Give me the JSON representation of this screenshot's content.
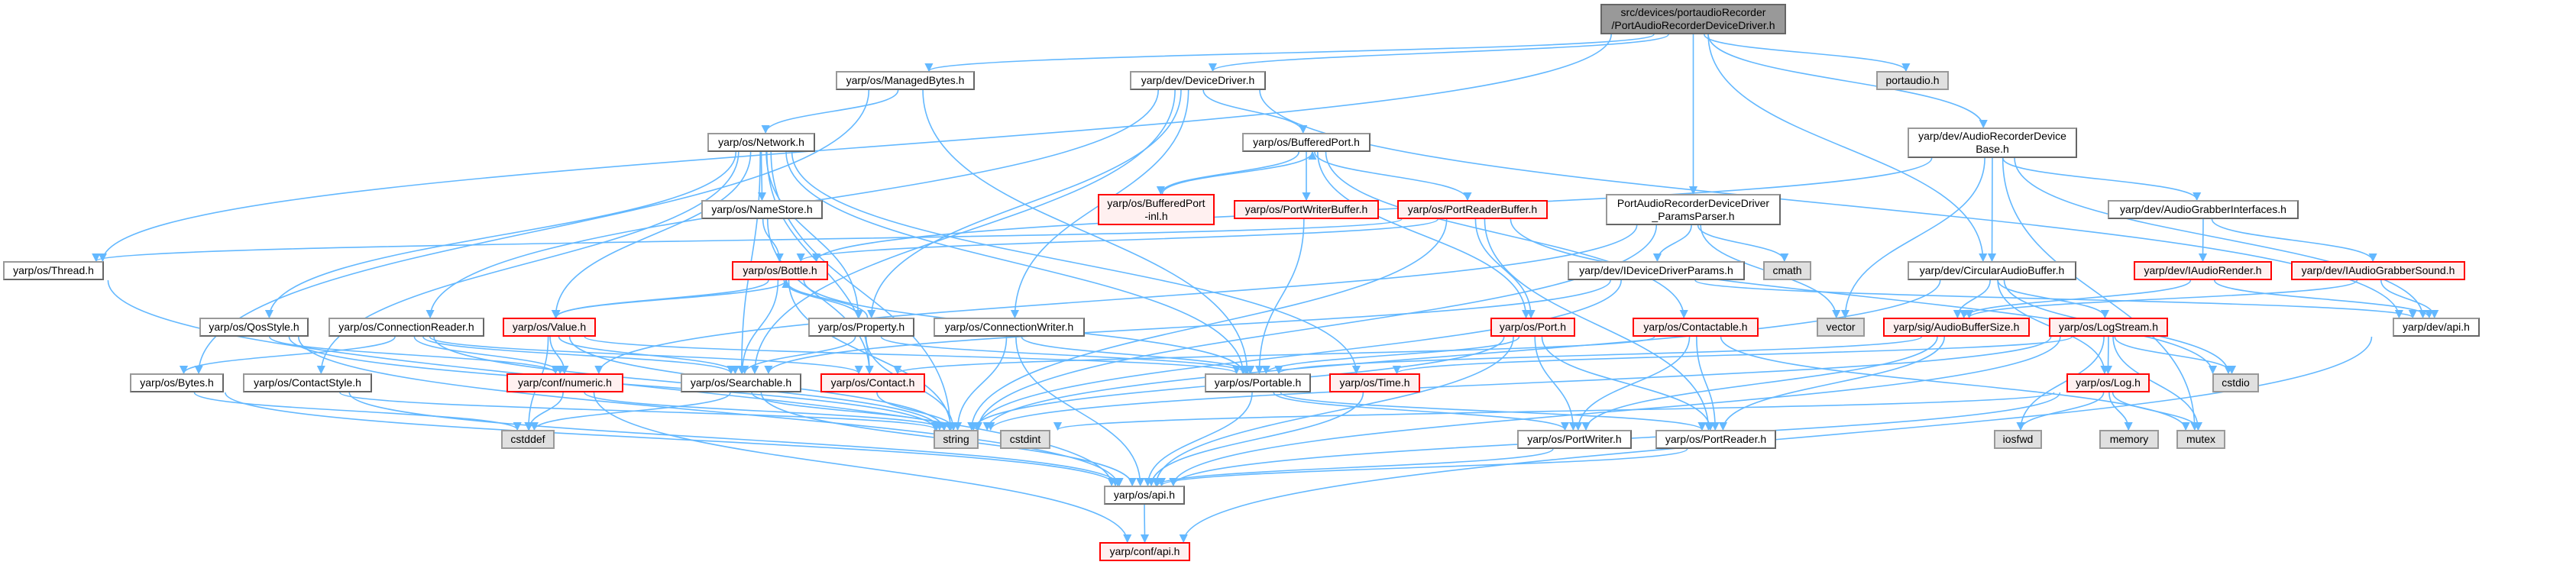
{
  "colors": {
    "edge": "#63B8FF",
    "main_fill": "#999999",
    "red_border": "#FF0000",
    "red_fill": "#FFF0F0",
    "external_fill": "#E0E0E0"
  },
  "nodes": {
    "main": {
      "label": "src/devices/portaudioRecorder\n/PortAudioRecorderDeviceDriver.h",
      "kind": "main"
    },
    "managedbytes": {
      "label": "yarp/os/ManagedBytes.h",
      "kind": "normal"
    },
    "devicedriver": {
      "label": "yarp/dev/DeviceDriver.h",
      "kind": "normal"
    },
    "portaudio": {
      "label": "portaudio.h",
      "kind": "external"
    },
    "network": {
      "label": "yarp/os/Network.h",
      "kind": "normal"
    },
    "bufferedport": {
      "label": "yarp/os/BufferedPort.h",
      "kind": "normal"
    },
    "audiorecbase": {
      "label": "yarp/dev/AudioRecorderDevice\nBase.h",
      "kind": "normal"
    },
    "namestore": {
      "label": "yarp/os/NameStore.h",
      "kind": "normal"
    },
    "bpinl": {
      "label": "yarp/os/BufferedPort\n-inl.h",
      "kind": "truncated"
    },
    "portwriterbuffer": {
      "label": "yarp/os/PortWriterBuffer.h",
      "kind": "truncated"
    },
    "portreaderbuffer": {
      "label": "yarp/os/PortReaderBuffer.h",
      "kind": "truncated"
    },
    "paramsparser": {
      "label": "PortAudioRecorderDeviceDriver\n_ParamsParser.h",
      "kind": "normal"
    },
    "audiograbberif": {
      "label": "yarp/dev/AudioGrabberInterfaces.h",
      "kind": "normal"
    },
    "thread": {
      "label": "yarp/os/Thread.h",
      "kind": "normal"
    },
    "bottle": {
      "label": "yarp/os/Bottle.h",
      "kind": "truncated"
    },
    "idevparams": {
      "label": "yarp/dev/IDeviceDriverParams.h",
      "kind": "normal"
    },
    "cmath": {
      "label": "cmath",
      "kind": "external"
    },
    "circbuf": {
      "label": "yarp/dev/CircularAudioBuffer.h",
      "kind": "normal"
    },
    "iaudiorender": {
      "label": "yarp/dev/IAudioRender.h",
      "kind": "truncated"
    },
    "iaudiograbbersound": {
      "label": "yarp/dev/IAudioGrabberSound.h",
      "kind": "truncated"
    },
    "qosstyle": {
      "label": "yarp/os/QosStyle.h",
      "kind": "normal"
    },
    "connreader": {
      "label": "yarp/os/ConnectionReader.h",
      "kind": "normal"
    },
    "value": {
      "label": "yarp/os/Value.h",
      "kind": "truncated"
    },
    "property": {
      "label": "yarp/os/Property.h",
      "kind": "normal"
    },
    "connwriter": {
      "label": "yarp/os/ConnectionWriter.h",
      "kind": "normal"
    },
    "port": {
      "label": "yarp/os/Port.h",
      "kind": "truncated"
    },
    "contactable": {
      "label": "yarp/os/Contactable.h",
      "kind": "truncated"
    },
    "vector": {
      "label": "vector",
      "kind": "external"
    },
    "audiobuffersize": {
      "label": "yarp/sig/AudioBufferSize.h",
      "kind": "truncated"
    },
    "logstream": {
      "label": "yarp/os/LogStream.h",
      "kind": "truncated"
    },
    "devapi": {
      "label": "yarp/dev/api.h",
      "kind": "normal"
    },
    "bytes": {
      "label": "yarp/os/Bytes.h",
      "kind": "normal"
    },
    "contactstyle": {
      "label": "yarp/os/ContactStyle.h",
      "kind": "normal"
    },
    "numeric": {
      "label": "yarp/conf/numeric.h",
      "kind": "truncated"
    },
    "searchable": {
      "label": "yarp/os/Searchable.h",
      "kind": "normal"
    },
    "contact": {
      "label": "yarp/os/Contact.h",
      "kind": "truncated"
    },
    "portable": {
      "label": "yarp/os/Portable.h",
      "kind": "normal"
    },
    "time": {
      "label": "yarp/os/Time.h",
      "kind": "truncated"
    },
    "log": {
      "label": "yarp/os/Log.h",
      "kind": "truncated"
    },
    "cstdio": {
      "label": "cstdio",
      "kind": "external"
    },
    "cstddef": {
      "label": "cstddef",
      "kind": "external"
    },
    "string": {
      "label": "string",
      "kind": "external"
    },
    "cstdint": {
      "label": "cstdint",
      "kind": "external"
    },
    "portwriter": {
      "label": "yarp/os/PortWriter.h",
      "kind": "normal"
    },
    "portreader": {
      "label": "yarp/os/PortReader.h",
      "kind": "normal"
    },
    "iosfwd": {
      "label": "iosfwd",
      "kind": "external"
    },
    "memory": {
      "label": "memory",
      "kind": "external"
    },
    "mutex": {
      "label": "mutex",
      "kind": "external"
    },
    "osapi": {
      "label": "yarp/os/api.h",
      "kind": "normal"
    },
    "confapi": {
      "label": "yarp/conf/api.h",
      "kind": "truncated"
    }
  },
  "edges": [
    [
      "main",
      "managedbytes"
    ],
    [
      "main",
      "devicedriver"
    ],
    [
      "main",
      "portaudio"
    ],
    [
      "main",
      "thread"
    ],
    [
      "main",
      "paramsparser"
    ],
    [
      "main",
      "circbuf"
    ],
    [
      "main",
      "audiorecbase"
    ],
    [
      "managedbytes",
      "network"
    ],
    [
      "managedbytes",
      "bytes"
    ],
    [
      "managedbytes",
      "portable"
    ],
    [
      "devicedriver",
      "bufferedport"
    ],
    [
      "devicedriver",
      "property"
    ],
    [
      "devicedriver",
      "connreader"
    ],
    [
      "devicedriver",
      "connwriter"
    ],
    [
      "devicedriver",
      "devapi"
    ],
    [
      "devicedriver",
      "searchable"
    ],
    [
      "network",
      "namestore"
    ],
    [
      "network",
      "value"
    ],
    [
      "network",
      "qosstyle"
    ],
    [
      "network",
      "contactstyle"
    ],
    [
      "network",
      "property"
    ],
    [
      "network",
      "portable"
    ],
    [
      "network",
      "searchable"
    ],
    [
      "network",
      "time"
    ],
    [
      "network",
      "contact"
    ],
    [
      "network",
      "string"
    ],
    [
      "namestore",
      "bottle"
    ],
    [
      "namestore",
      "contact"
    ],
    [
      "bottle",
      "value"
    ],
    [
      "value",
      "bottle"
    ],
    [
      "bottle",
      "property"
    ],
    [
      "property",
      "bottle"
    ],
    [
      "bottle",
      "searchable"
    ],
    [
      "bottle",
      "portable"
    ],
    [
      "bottle",
      "string"
    ],
    [
      "bufferedport",
      "bpinl"
    ],
    [
      "bpinl",
      "bufferedport"
    ],
    [
      "bufferedport",
      "portwriterbuffer"
    ],
    [
      "bufferedport",
      "portreaderbuffer"
    ],
    [
      "bufferedport",
      "port"
    ],
    [
      "bufferedport",
      "contactable"
    ],
    [
      "portreaderbuffer",
      "thread"
    ],
    [
      "portreaderbuffer",
      "bottle"
    ],
    [
      "portreaderbuffer",
      "port"
    ],
    [
      "portreaderbuffer",
      "portreader"
    ],
    [
      "portreaderbuffer",
      "string"
    ],
    [
      "portreaderbuffer",
      "cstdio"
    ],
    [
      "portwriterbuffer",
      "portable"
    ],
    [
      "paramsparser",
      "idevparams"
    ],
    [
      "paramsparser",
      "cmath"
    ],
    [
      "paramsparser",
      "numeric"
    ],
    [
      "paramsparser",
      "string"
    ],
    [
      "paramsparser",
      "vector"
    ],
    [
      "idevparams",
      "string"
    ],
    [
      "idevparams",
      "devapi"
    ],
    [
      "idevparams",
      "searchable"
    ],
    [
      "audiorecbase",
      "circbuf"
    ],
    [
      "audiorecbase",
      "audiograbberif"
    ],
    [
      "audiorecbase",
      "devapi"
    ],
    [
      "audiorecbase",
      "mutex"
    ],
    [
      "audiorecbase",
      "vector"
    ],
    [
      "audiorecbase",
      "bottle"
    ],
    [
      "audiograbberif",
      "iaudiorender"
    ],
    [
      "audiograbberif",
      "iaudiograbbersound"
    ],
    [
      "iaudiorender",
      "devapi"
    ],
    [
      "iaudiorender",
      "audiobuffersize"
    ],
    [
      "iaudiograbbersound",
      "devapi"
    ],
    [
      "iaudiograbbersound",
      "audiobuffersize"
    ],
    [
      "circbuf",
      "audiobuffersize"
    ],
    [
      "circbuf",
      "logstream"
    ],
    [
      "circbuf",
      "log"
    ],
    [
      "circbuf",
      "cstdio"
    ],
    [
      "circbuf",
      "string"
    ],
    [
      "audiobuffersize",
      "portable"
    ],
    [
      "audiobuffersize",
      "portwriter"
    ],
    [
      "audiobuffersize",
      "portreader"
    ],
    [
      "logstream",
      "log"
    ],
    [
      "logstream",
      "cstdio"
    ],
    [
      "logstream",
      "iosfwd"
    ],
    [
      "logstream",
      "mutex"
    ],
    [
      "logstream",
      "osapi"
    ],
    [
      "logstream",
      "string"
    ],
    [
      "logstream",
      "time"
    ],
    [
      "log",
      "iosfwd"
    ],
    [
      "log",
      "memory"
    ],
    [
      "log",
      "mutex"
    ],
    [
      "log",
      "osapi"
    ],
    [
      "log",
      "cstdint"
    ],
    [
      "devapi",
      "confapi"
    ],
    [
      "port",
      "portable"
    ],
    [
      "port",
      "portwriter"
    ],
    [
      "port",
      "portreader"
    ],
    [
      "port",
      "osapi"
    ],
    [
      "port",
      "string"
    ],
    [
      "contactable",
      "contact"
    ],
    [
      "contactable",
      "portwriter"
    ],
    [
      "contactable",
      "portreader"
    ],
    [
      "contactable",
      "mutex"
    ],
    [
      "value",
      "numeric"
    ],
    [
      "value",
      "cstddef"
    ],
    [
      "value",
      "searchable"
    ],
    [
      "value",
      "string"
    ],
    [
      "value",
      "portable"
    ],
    [
      "qosstyle",
      "numeric"
    ],
    [
      "qosstyle",
      "string"
    ],
    [
      "qosstyle",
      "osapi"
    ],
    [
      "connreader",
      "bytes"
    ],
    [
      "connreader",
      "numeric"
    ],
    [
      "connreader",
      "searchable"
    ],
    [
      "connreader",
      "contact"
    ],
    [
      "connreader",
      "string"
    ],
    [
      "connwriter",
      "string"
    ],
    [
      "connwriter",
      "osapi"
    ],
    [
      "connwriter",
      "portable"
    ],
    [
      "property",
      "searchable"
    ],
    [
      "property",
      "portable"
    ],
    [
      "property",
      "string"
    ],
    [
      "bytes",
      "cstddef"
    ],
    [
      "bytes",
      "osapi"
    ],
    [
      "contactstyle",
      "string"
    ],
    [
      "contactstyle",
      "osapi"
    ],
    [
      "numeric",
      "cstddef"
    ],
    [
      "numeric",
      "confapi"
    ],
    [
      "numeric",
      "string"
    ],
    [
      "searchable",
      "cstddef"
    ],
    [
      "searchable",
      "string"
    ],
    [
      "searchable",
      "osapi"
    ],
    [
      "contact",
      "string"
    ],
    [
      "portable",
      "osapi"
    ],
    [
      "portable",
      "portwriter"
    ],
    [
      "portable",
      "portreader"
    ],
    [
      "time",
      "osapi"
    ],
    [
      "portwriter",
      "osapi"
    ],
    [
      "portreader",
      "osapi"
    ],
    [
      "osapi",
      "confapi"
    ],
    [
      "thread",
      "osapi"
    ]
  ]
}
